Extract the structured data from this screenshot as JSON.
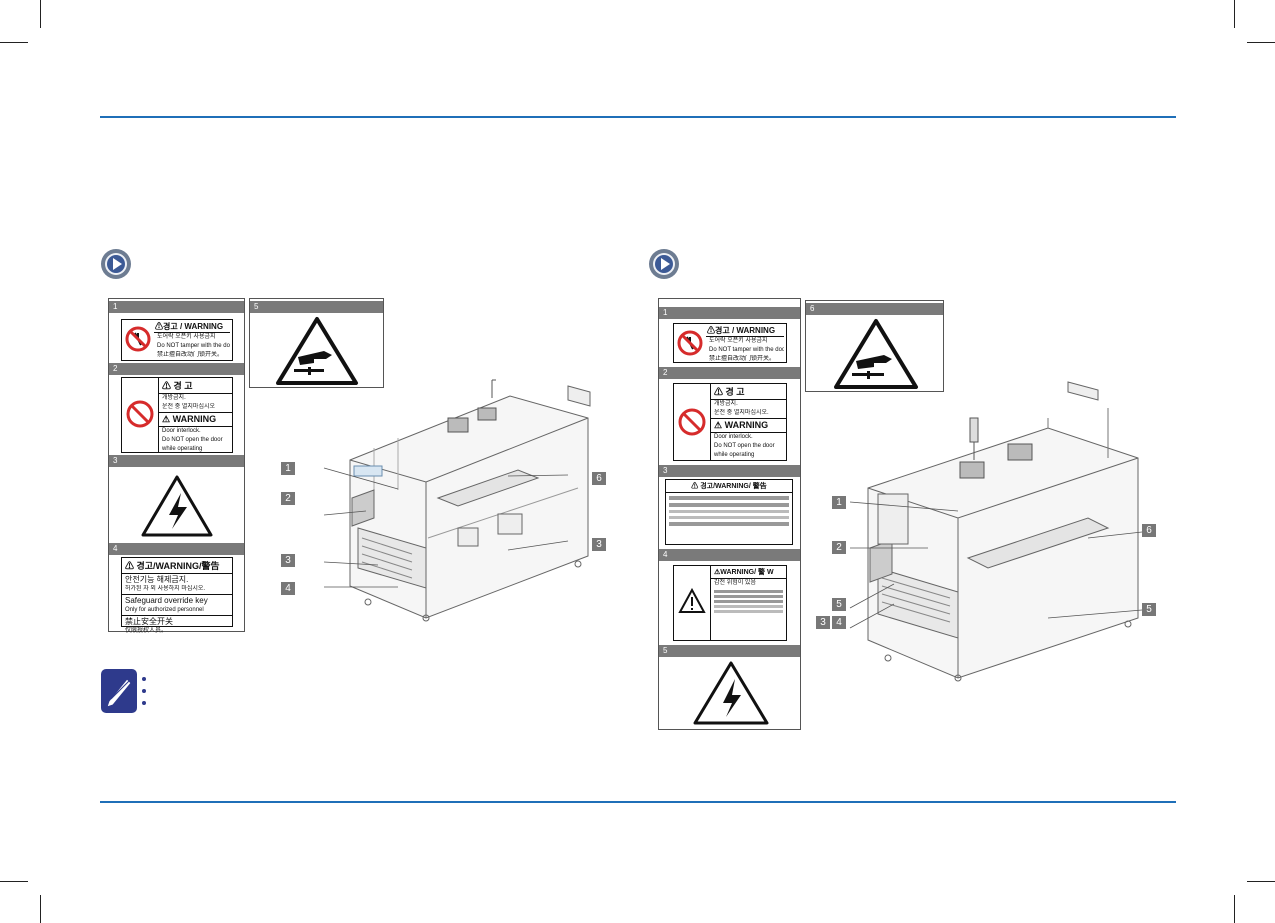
{
  "icons": {
    "section_left": "play-circle-icon",
    "section_right": "play-circle-icon",
    "note": "pencil-note-icon"
  },
  "colors": {
    "rule": "#1f6fb8",
    "header_gray": "#7a7a7a",
    "warning_red": "#d62b2b",
    "note_blue": "#2e3a8c"
  },
  "left": {
    "labels": {
      "l1": {
        "num": "1",
        "kr_title": "⚠경고 / WARNING",
        "kr_line": "도어락 오픈키 사용금지",
        "en_line": "Do NOT tamper with the door key.",
        "cn_line": "禁止擅自改动门锁开关。"
      },
      "l2": {
        "num": "2",
        "kr_title": "⚠ 경    고",
        "kr_lines": [
          "개방금지.",
          "운전 중 열지마십시오"
        ],
        "en_title": "⚠ WARNING",
        "en_lines": [
          "Door interlock.",
          "Do NOT open the door",
          "while operating"
        ]
      },
      "l3": {
        "num": "3"
      },
      "l4": {
        "num": "4",
        "title": "⚠ 경고/WARNING/警告",
        "lines": [
          "안전기능 해제금지.",
          "허가된 자 외 사용하지 마십시오.",
          "Safeguard override key",
          "Only for authorized personnel",
          "禁止安全开关",
          "仅限授权人员。"
        ]
      },
      "l5": {
        "num": "5"
      }
    },
    "callouts": [
      "1",
      "2",
      "3",
      "4",
      "6",
      "3"
    ]
  },
  "right": {
    "labels": {
      "l1": {
        "num": "1",
        "kr_title": "⚠경고 / WARNING",
        "kr_line": "도어락 오픈키 사용금지",
        "en_line": "Do NOT tamper with the door key.",
        "cn_line": "禁止擅自改动门锁开关。"
      },
      "l2": {
        "num": "2",
        "kr_title": "⚠ 경    고",
        "kr_lines": [
          "개방금지.",
          "운전 중 열지마십시오."
        ],
        "en_title": "⚠ WARNING",
        "en_lines": [
          "Door interlock.",
          "Do NOT open the door",
          "while operating"
        ]
      },
      "l3": {
        "num": "3",
        "title": "⚠  경고/WARNING/ 警告"
      },
      "l4": {
        "num": "4",
        "title": "⚠WARNING/ 警 W",
        "line1": "감전 위험이 있음"
      },
      "l5": {
        "num": "5"
      },
      "l6": {
        "num": "6"
      }
    },
    "callouts": [
      "1",
      "2",
      "5",
      "3",
      "4",
      "6",
      "5"
    ]
  }
}
